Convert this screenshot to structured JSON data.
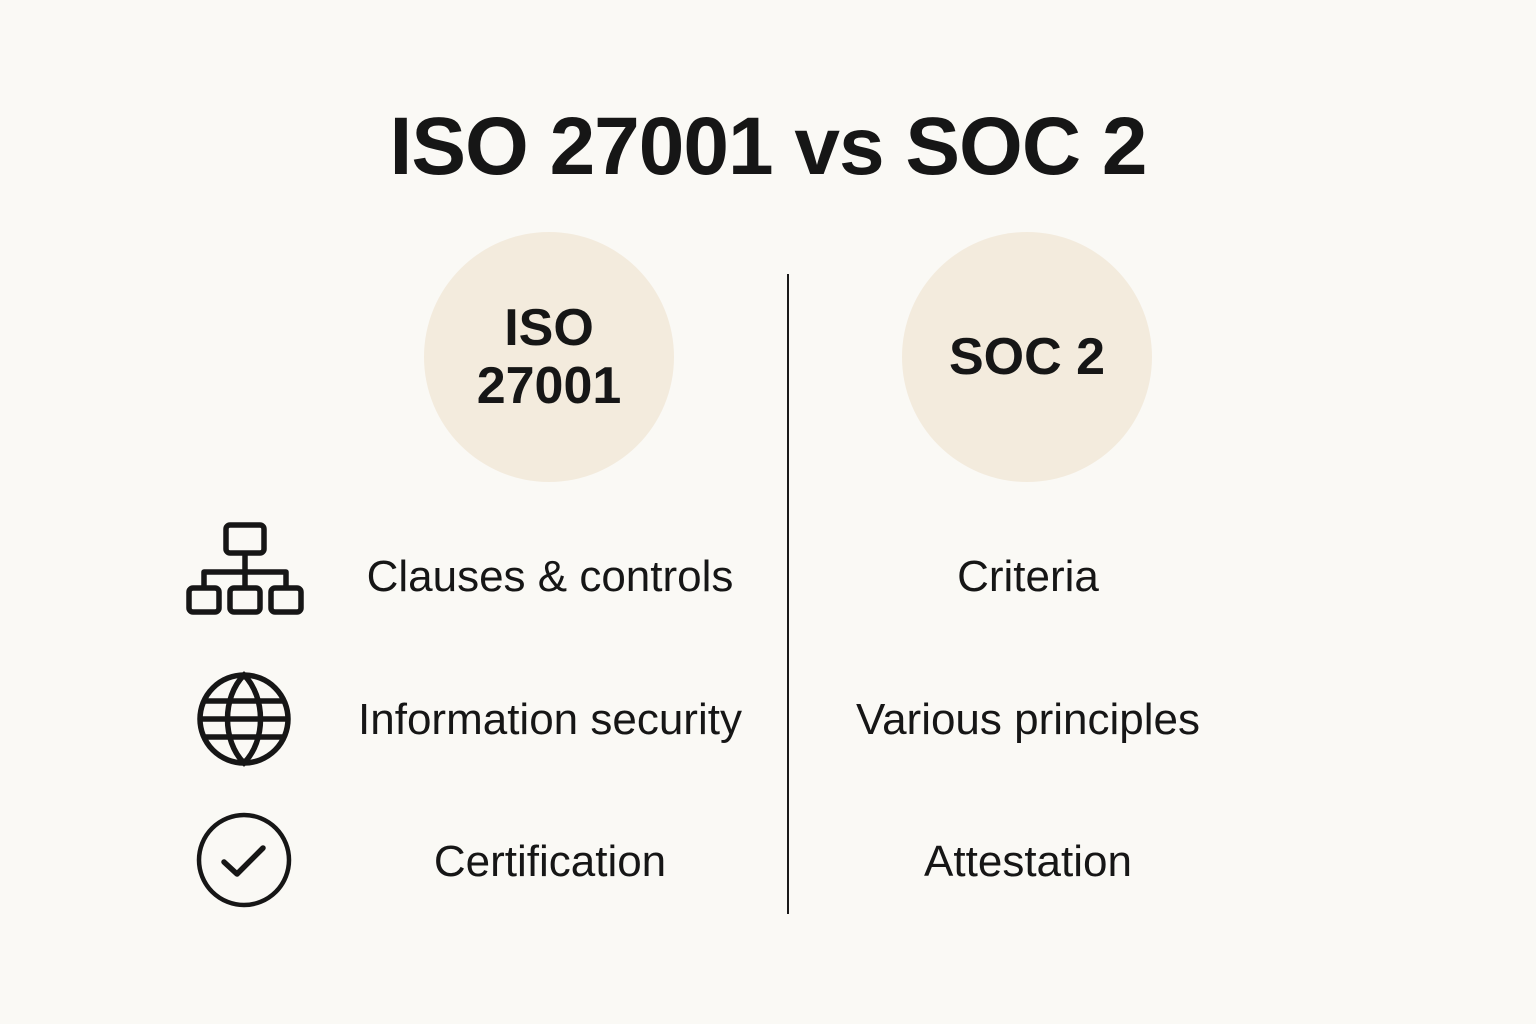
{
  "title": "ISO 27001 vs SOC 2",
  "left": {
    "badge_line1": "ISO",
    "badge_line2": "27001",
    "rows": [
      {
        "icon": "hierarchy-icon",
        "label": "Clauses & controls"
      },
      {
        "icon": "globe-icon",
        "label": "Information security"
      },
      {
        "icon": "check-circle-icon",
        "label": "Certification"
      }
    ]
  },
  "right": {
    "badge": "SOC 2",
    "rows": [
      {
        "label": "Criteria"
      },
      {
        "label": "Various principles"
      },
      {
        "label": "Attestation"
      }
    ]
  },
  "colors": {
    "background": "#faf9f5",
    "circle": "#f3ebdd",
    "text": "#161616"
  }
}
